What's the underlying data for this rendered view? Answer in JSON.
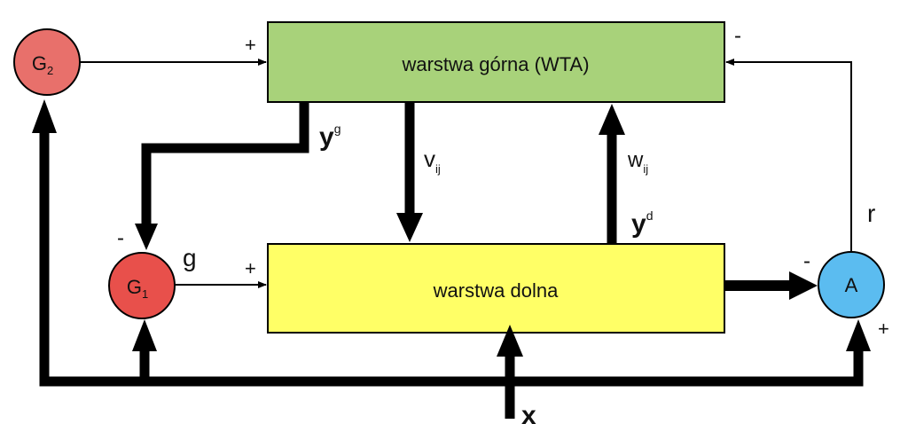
{
  "blocks": {
    "top_layer": {
      "label": "warstwa górna (WTA)",
      "color": "#a8d27a"
    },
    "bottom_layer": {
      "label": "warstwa dolna",
      "color": "#ffff66"
    }
  },
  "nodes": {
    "g2": {
      "base": "G",
      "sub": "2",
      "color": "#e8706b"
    },
    "g1": {
      "base": "G",
      "sub": "1",
      "color": "#e8504b"
    },
    "a": {
      "label": "A",
      "color": "#5bbcf0"
    }
  },
  "labels": {
    "yg_base": "y",
    "yg_sup": "g",
    "v_base": "v",
    "v_sub": "ij",
    "w_base": "w",
    "w_sub": "ij",
    "yd_base": "y",
    "yd_sup": "d",
    "g": "g",
    "r": "r",
    "x": "x"
  },
  "signs": {
    "top_in": "+",
    "top_right": "-",
    "g1_top": "-",
    "bottom_in": "+",
    "a_left": "-",
    "a_bottom": "+"
  }
}
